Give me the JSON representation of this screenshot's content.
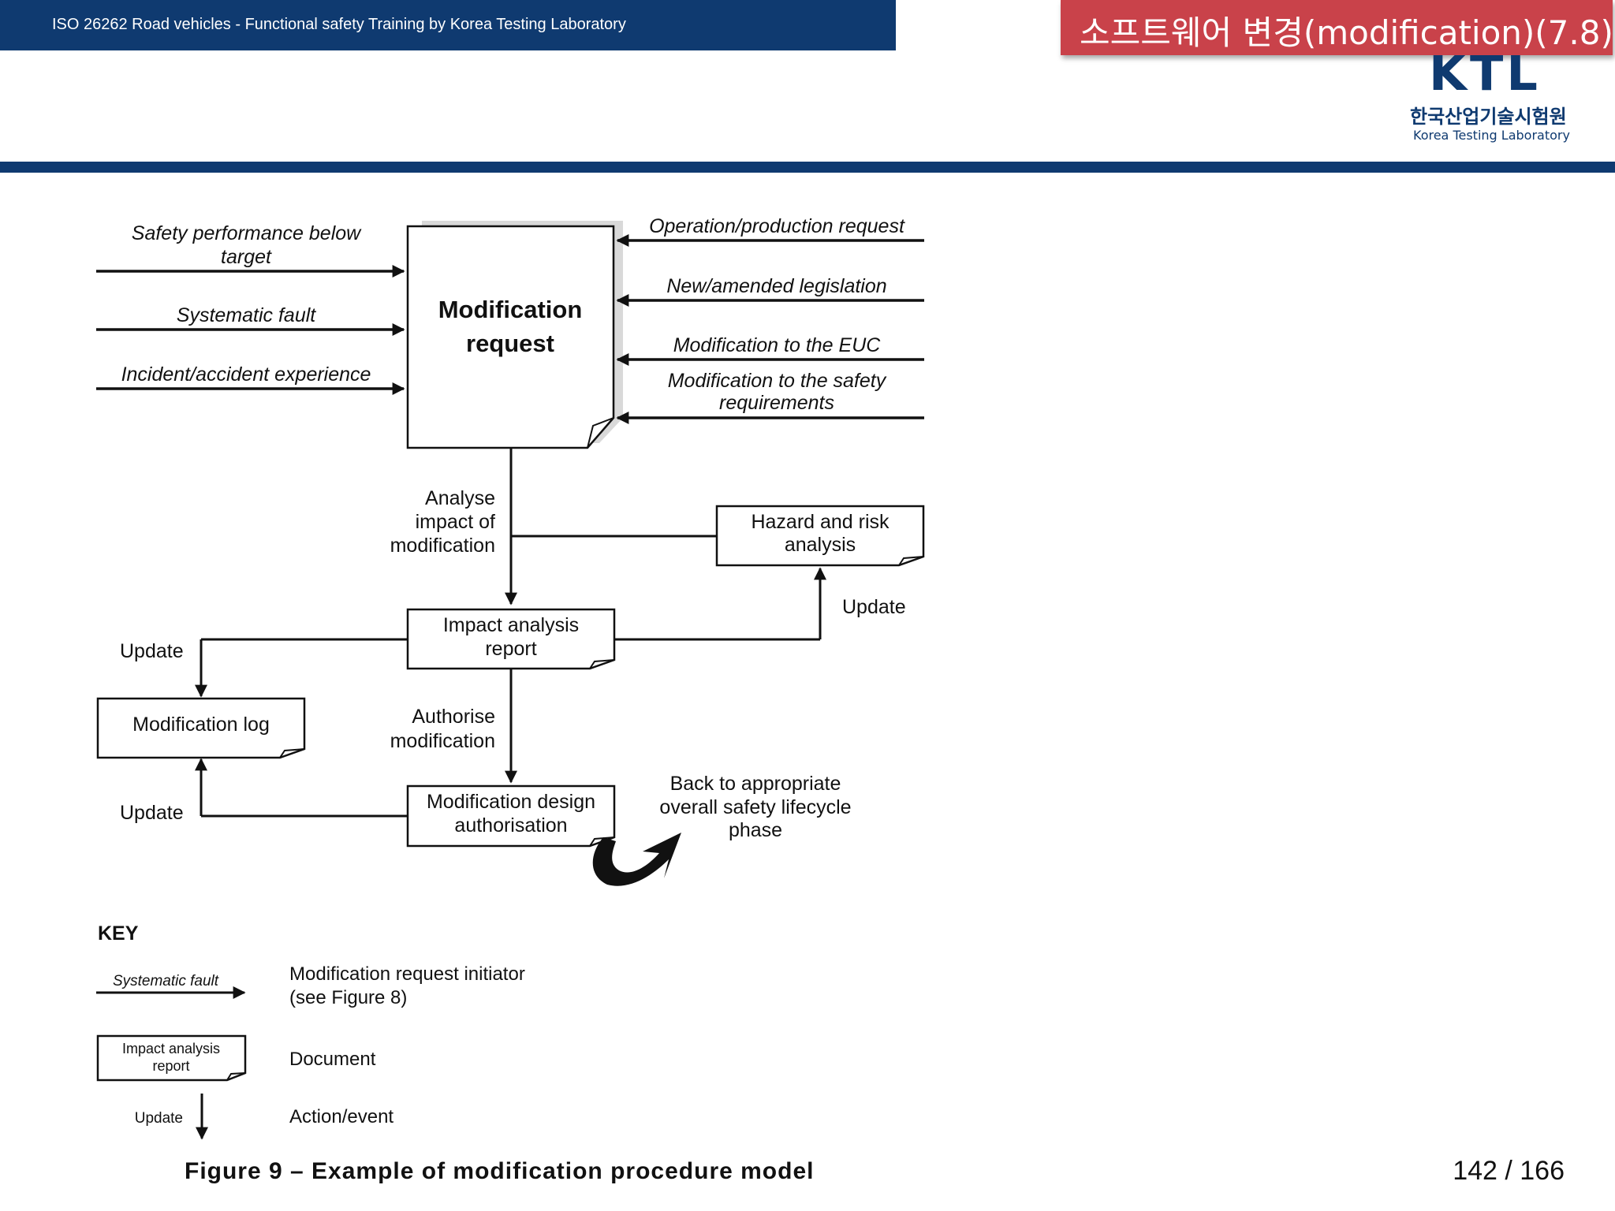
{
  "header": {
    "course_title": "ISO 26262 Road vehicles - Functional safety Training by Korea Testing Laboratory",
    "slide_title": "소프트웨어 변경(modification)(7.8)"
  },
  "logo": {
    "mark": "KTL",
    "name_ko": "한국산업기술시험원",
    "name_en": "Korea Testing Laboratory"
  },
  "diagram": {
    "initiators_left": [
      {
        "line1": "Safety performance below",
        "line2": "target"
      },
      {
        "line1": "Systematic fault"
      },
      {
        "line1": "Incident/accident experience"
      }
    ],
    "initiators_right": [
      {
        "line1": "Operation/production request"
      },
      {
        "line1": "New/amended legislation"
      },
      {
        "line1": "Modification to the EUC"
      },
      {
        "line1": "Modification to the safety",
        "line2": "requirements"
      }
    ],
    "modification_request": {
      "line1": "Modification",
      "line2": "request"
    },
    "analyse": {
      "line1": "Analyse",
      "line2": "impact of",
      "line3": "modification"
    },
    "hazard": {
      "line1": "Hazard and risk",
      "line2": "analysis"
    },
    "update_hazard": "Update",
    "impact_report": {
      "line1": "Impact analysis",
      "line2": "report"
    },
    "update_log_top": "Update",
    "modification_log": "Modification log",
    "authorise": {
      "line1": "Authorise",
      "line2": "modification"
    },
    "design_auth": {
      "line1": "Modification design",
      "line2": "authorisation"
    },
    "update_log_bottom": "Update",
    "back_to": {
      "line1": "Back to appropriate",
      "line2": "overall safety lifecycle",
      "line3": "phase"
    }
  },
  "key": {
    "title": "KEY",
    "initiator_example": "Systematic fault",
    "initiator_desc_1": "Modification request initiator",
    "initiator_desc_2": "(see Figure 8)",
    "document_example_1": "Impact analysis",
    "document_example_2": "report",
    "document_desc": "Document",
    "action_example": "Update",
    "action_desc": "Action/event"
  },
  "figure_caption": "Figure 9 – Example of modification procedure model",
  "page": {
    "current": "142",
    "total": "166",
    "display": "142 / 166"
  },
  "colors": {
    "navy": "#0f3a70",
    "title_red": "#c9424a"
  }
}
